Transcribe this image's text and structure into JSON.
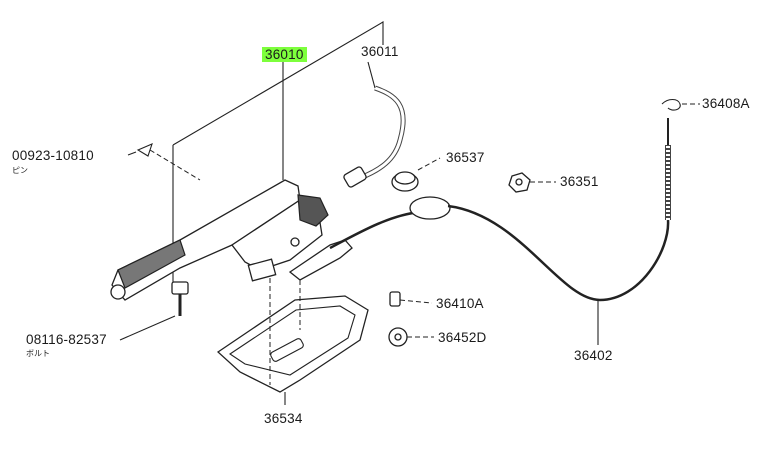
{
  "labels": {
    "brake_lever": "36010",
    "cable_front": "36011",
    "pin": "00923-10810",
    "pin_sub": "ピン",
    "grommet": "36537",
    "clip": "36408A",
    "nut": "36351",
    "bolt_part": "08116-82537",
    "bolt_sub": "ボルト",
    "bolt": "36410A",
    "nut_d": "36452D",
    "rear_cable": "36402",
    "cover": "36534"
  },
  "colors": {
    "highlight": "#7dff3c",
    "line": "#222222"
  }
}
